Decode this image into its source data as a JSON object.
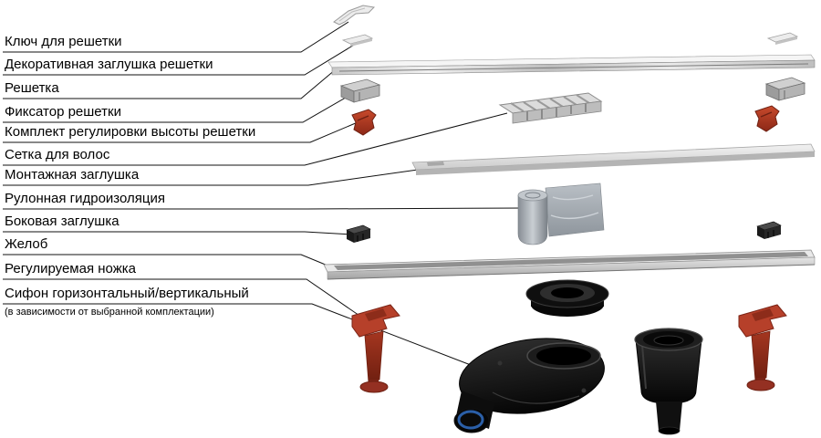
{
  "diagram": {
    "labels": [
      {
        "text": "Ключ для решетки"
      },
      {
        "text": "Декоративная заглушка решетки"
      },
      {
        "text": "Решетка"
      },
      {
        "text": "Фиксатор решетки"
      },
      {
        "text": "Комплект регулировки высоты решетки"
      },
      {
        "text": "Сетка для волос"
      },
      {
        "text": "Монтажная заглушка"
      },
      {
        "text": "Рулонная гидроизоляция"
      },
      {
        "text": "Боковая заглушка"
      },
      {
        "text": "Желоб"
      },
      {
        "text": "Регулируемая ножка"
      },
      {
        "text": "Сифон горизонтальный/вертикальный",
        "note": "(в зависимости от выбранной комплектации)"
      }
    ],
    "colors": {
      "line": "#111111",
      "metal_light": "#f1f1f1",
      "metal_dark": "#a3a3a3",
      "red_part": "#b03a24",
      "black_part": "#111111",
      "blue_seal": "#2b5fa8"
    }
  }
}
